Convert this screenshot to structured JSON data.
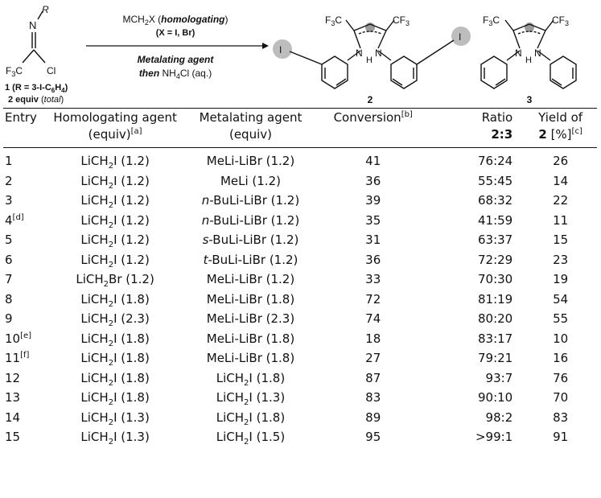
{
  "scheme": {
    "reagent_top_line1": "MCH2X (homologating)",
    "reagent_top_line2": "(X = I, Br)",
    "reagent_bottom_line1": "Metalating agent",
    "reagent_bottom_line2": "then NH4Cl (aq.)",
    "start_caption_line1": "1 (R = 3-I-C6H4)",
    "start_caption_line2": "2 equiv (total)",
    "label_R": "R",
    "label_N": "N",
    "label_F3C": "F3C",
    "label_Cl": "Cl",
    "label_CF3": "CF3",
    "label_H": "H",
    "label_I": "I",
    "compound_2": "2",
    "compound_3": "3"
  },
  "table": {
    "headers": {
      "entry": "Entry",
      "homologating_line1": "Homologating agent",
      "homologating_line2": "(equiv)",
      "homologating_note": "[a]",
      "metalating_line1": "Metalating agent",
      "metalating_line2": "(equiv)",
      "conversion": "Conversion",
      "conversion_note": "[b]",
      "ratio_line1": "Ratio",
      "ratio_line2": "2:3",
      "yield_line1": "Yield of",
      "yield_line2_bold": "2",
      "yield_line2": " [%]",
      "yield_note": "[c]"
    },
    "rows": [
      {
        "entry": "1",
        "note": "",
        "homologating": "LiCH2I (1.2)",
        "metalating": "MeLi-LiBr (1.2)",
        "conversion": "41",
        "ratio": "76:24",
        "yield": "26"
      },
      {
        "entry": "2",
        "note": "",
        "homologating": "LiCH2I (1.2)",
        "metalating": "MeLi (1.2)",
        "conversion": "36",
        "ratio": "55:45",
        "yield": "14"
      },
      {
        "entry": "3",
        "note": "",
        "homologating": "LiCH2I (1.2)",
        "metalating": "n-BuLi-LiBr (1.2)",
        "conversion": "39",
        "ratio": "68:32",
        "yield": "22"
      },
      {
        "entry": "4",
        "note": "[d]",
        "homologating": "LiCH2I (1.2)",
        "metalating": "n-BuLi-LiBr (1.2)",
        "conversion": "35",
        "ratio": "41:59",
        "yield": "11"
      },
      {
        "entry": "5",
        "note": "",
        "homologating": "LiCH2I (1.2)",
        "metalating": "s-BuLi-LiBr (1.2)",
        "conversion": "31",
        "ratio": "63:37",
        "yield": "15"
      },
      {
        "entry": "6",
        "note": "",
        "homologating": "LiCH2I (1.2)",
        "metalating": "t-BuLi-LiBr (1.2)",
        "conversion": "36",
        "ratio": "72:29",
        "yield": "23"
      },
      {
        "entry": "7",
        "note": "",
        "homologating": "LiCH2Br (1.2)",
        "metalating": "MeLi-LiBr (1.2)",
        "conversion": "33",
        "ratio": "70:30",
        "yield": "19"
      },
      {
        "entry": "8",
        "note": "",
        "homologating": "LiCH2I (1.8)",
        "metalating": "MeLi-LiBr (1.8)",
        "conversion": "72",
        "ratio": "81:19",
        "yield": "54"
      },
      {
        "entry": "9",
        "note": "",
        "homologating": "LiCH2I (2.3)",
        "metalating": "MeLi-LiBr (2.3)",
        "conversion": "74",
        "ratio": "80:20",
        "yield": "55"
      },
      {
        "entry": "10",
        "note": "[e]",
        "homologating": "LiCH2I (1.8)",
        "metalating": "MeLi-LiBr (1.8)",
        "conversion": "18",
        "ratio": "83:17",
        "yield": "10"
      },
      {
        "entry": "11",
        "note": "[f]",
        "homologating": "LiCH2I (1.8)",
        "metalating": "MeLi-LiBr (1.8)",
        "conversion": "27",
        "ratio": "79:21",
        "yield": "16"
      },
      {
        "entry": "12",
        "note": "",
        "homologating": "LiCH2I (1.8)",
        "metalating": "LiCH2I (1.8)",
        "conversion": "87",
        "ratio": "93:7",
        "yield": "76"
      },
      {
        "entry": "13",
        "note": "",
        "homologating": "LiCH2I (1.8)",
        "metalating": "LiCH2I (1.3)",
        "conversion": "83",
        "ratio": "90:10",
        "yield": "70"
      },
      {
        "entry": "14",
        "note": "",
        "homologating": "LiCH2I (1.3)",
        "metalating": "LiCH2I (1.8)",
        "conversion": "89",
        "ratio": "98:2",
        "yield": "83"
      },
      {
        "entry": "15",
        "note": "",
        "homologating": "LiCH2I (1.3)",
        "metalating": "LiCH2I (1.5)",
        "conversion": "95",
        "ratio": ">99:1",
        "yield": "91"
      }
    ]
  }
}
